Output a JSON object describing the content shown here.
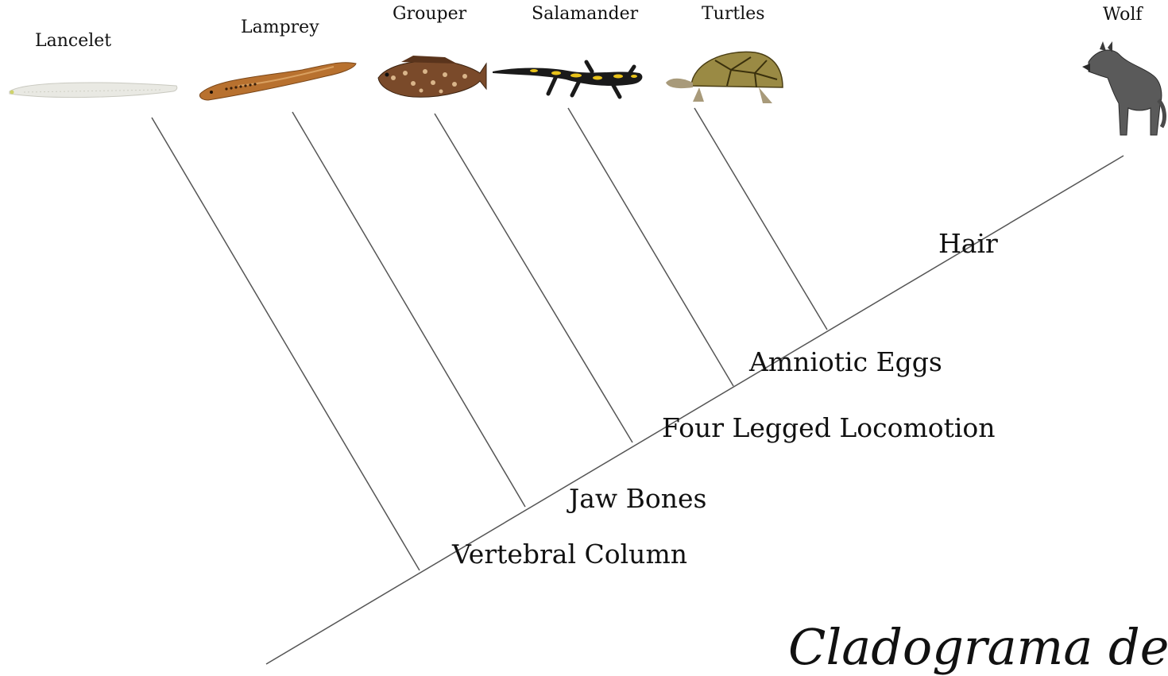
{
  "taxa": [
    {
      "name": "Lancelet",
      "icon": "lancelet-icon"
    },
    {
      "name": "Lamprey",
      "icon": "lamprey-icon"
    },
    {
      "name": "Grouper",
      "icon": "grouper-icon"
    },
    {
      "name": "Salamander",
      "icon": "salamander-icon"
    },
    {
      "name": "Turtles",
      "icon": "turtle-icon"
    },
    {
      "name": "Wolf",
      "icon": "wolf-icon"
    }
  ],
  "traits": [
    {
      "name": "Vertebral Column"
    },
    {
      "name": "Jaw Bones"
    },
    {
      "name": "Four Legged Locomotion"
    },
    {
      "name": "Amniotic Eggs"
    },
    {
      "name": "Hair"
    }
  ],
  "title": "Cladograma del",
  "colors": {
    "line": "#555555",
    "text": "#111111",
    "lancelet": "#e6e6e0",
    "lamprey": "#b06a2c",
    "grouper": "#6b4226",
    "salamander_body": "#1a1a1a",
    "salamander_spots": "#e8c21a",
    "turtle_shell": "#8a7a3a",
    "wolf": "#555555"
  }
}
